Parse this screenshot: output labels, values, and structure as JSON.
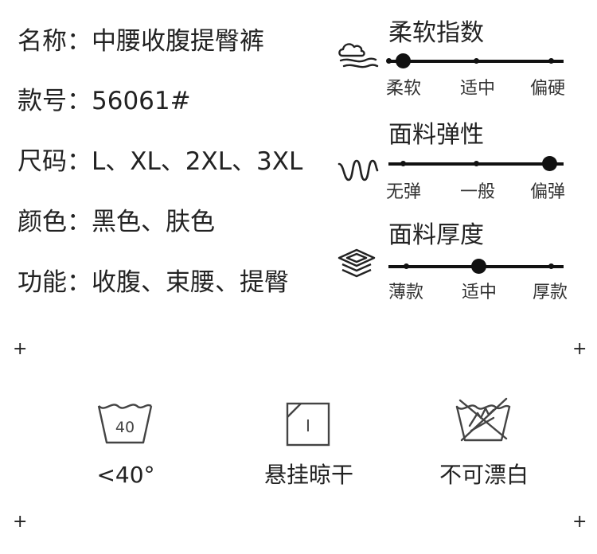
{
  "specs": [
    {
      "key": "名称：",
      "value": "中腰收腹提臀裤"
    },
    {
      "key": "款号：",
      "value": "56061#"
    },
    {
      "key": "尺码：",
      "value": "L、XL、2XL、3XL"
    },
    {
      "key": "颜色：",
      "value": "黑色、肤色"
    },
    {
      "key": "功能：",
      "value": "收腹、束腰、提臀"
    }
  ],
  "scales": [
    {
      "title": "柔软指数",
      "icon": "softness-icon",
      "labels": [
        "柔软",
        "适中",
        "偏硬"
      ],
      "level": 0
    },
    {
      "title": "面料弹性",
      "icon": "elasticity-icon",
      "labels": [
        "无弹",
        "一般",
        "偏弹"
      ],
      "level": 1
    },
    {
      "title": "面料厚度",
      "icon": "thickness-icon",
      "labels": [
        "薄款",
        "适中",
        "厚款"
      ],
      "level": 0.5
    }
  ],
  "care": [
    {
      "icon": "wash-40-icon",
      "icon_text": "40",
      "label": "<40°"
    },
    {
      "icon": "hang-dry-icon",
      "icon_text": "I",
      "label": "悬挂晾干"
    },
    {
      "icon": "no-bleach-icon",
      "label": "不可漂白"
    }
  ],
  "decor": {
    "plus": "+"
  }
}
